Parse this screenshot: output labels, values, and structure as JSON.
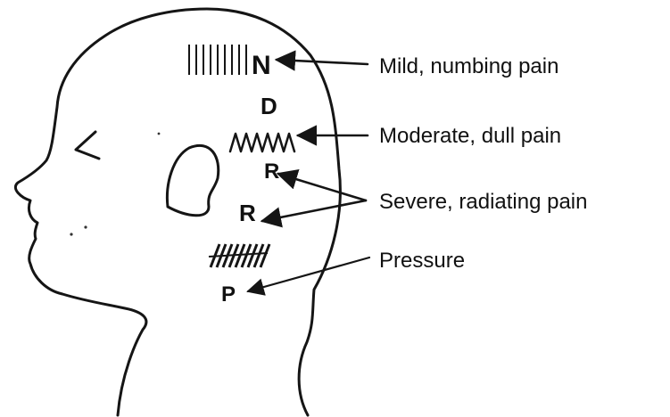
{
  "legend": {
    "mild": "Mild, numbing pain",
    "moderate": "Moderate, dull pain",
    "severe": "Severe, radiating pain",
    "pressure": "Pressure"
  },
  "markers": {
    "numbing": "N",
    "dull": "D",
    "radiating_upper": "R",
    "radiating_lower": "R",
    "pressure": "P"
  }
}
